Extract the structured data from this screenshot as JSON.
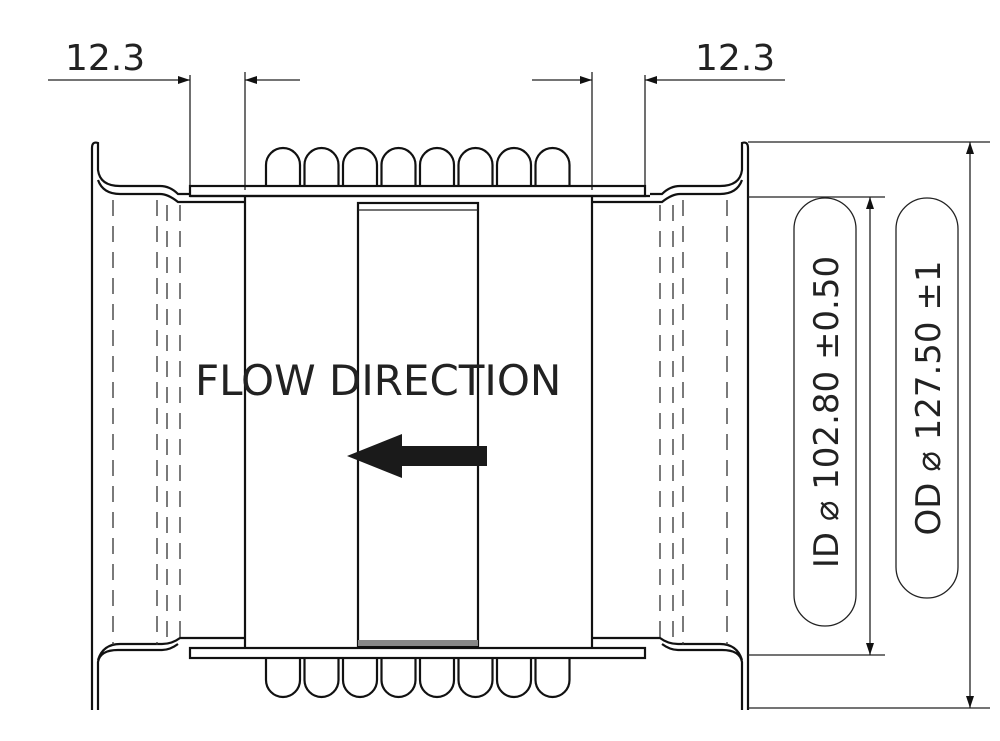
{
  "dimensions": {
    "left_offset": "12.3",
    "right_offset": "12.3",
    "inner_diameter": "ID ⌀ 102.80 ±0.50",
    "outer_diameter": "OD ⌀ 127.50 ±1"
  },
  "labels": {
    "flow_direction": "FLOW DIRECTION"
  },
  "colors": {
    "line": "#111111",
    "background": "#ffffff"
  }
}
